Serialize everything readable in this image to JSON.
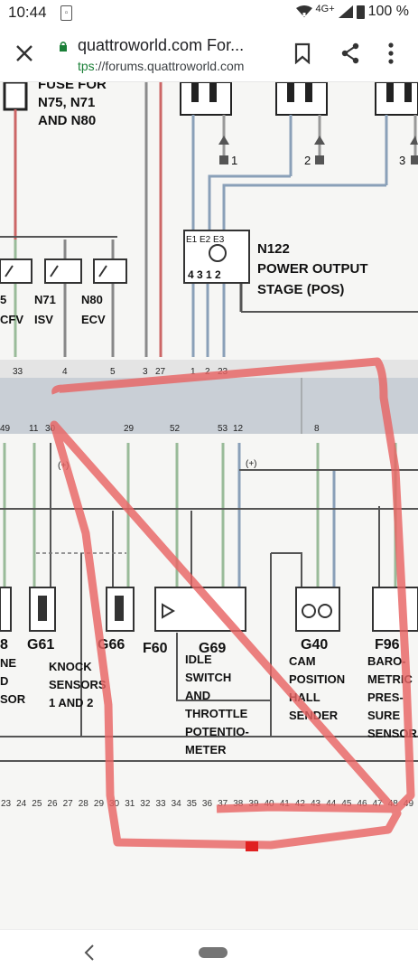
{
  "status_bar": {
    "time": "10:44",
    "network": "4G+",
    "battery": "100 %"
  },
  "browser": {
    "page_title": "quattroworld.com For...",
    "url_scheme": "tps",
    "url_rest": "://forums.quattroworld.com"
  },
  "diagram": {
    "fuse_label_1": "FUSE FOR",
    "fuse_label_2": "N75, N71",
    "fuse_label_3": "AND N80",
    "conn_1": "1",
    "conn_2": "2",
    "conn_3": "3",
    "n122_pins_top": "E1 E2 E3",
    "n122_pins_bottom": "4 3 1 2",
    "n122_code": "N122",
    "n122_desc_1": "POWER OUTPUT",
    "n122_desc_2": "STAGE (POS)",
    "valve_a_code": "5",
    "valve_a_desc": "CFV",
    "valve_b_code": "N71",
    "valve_b_desc": "ISV",
    "valve_c_code": "N80",
    "valve_c_desc": "ECV",
    "bus_top_pins": [
      "33",
      "4",
      "5",
      "3",
      "27",
      "1",
      "2",
      "23"
    ],
    "bus_bottom_pins": [
      "49",
      "11",
      "30",
      "29",
      "52",
      "53",
      "12",
      "8"
    ],
    "plus_mark_1": "(+)",
    "plus_mark_2": "(+)",
    "sensor_left_1": "8",
    "sensor_left_2": "NE",
    "sensor_left_3": "D",
    "sensor_left_4": "SOR",
    "g61": "G61",
    "g66": "G66",
    "knock_1": "KNOCK",
    "knock_2": "SENSORS",
    "knock_3": "1 AND 2",
    "f60": "F60",
    "g69": "G69",
    "g69_desc": [
      "IDLE",
      "SWITCH",
      "AND",
      "THROTTLE",
      "POTENTIO-",
      "METER"
    ],
    "g40": "G40",
    "g40_desc": [
      "CAM",
      "POSITION",
      "HALL",
      "SENDER"
    ],
    "f96": "F96",
    "f96_desc": [
      "BARO-",
      "METRIC",
      "PRES-",
      "SURE",
      "SENSOR"
    ],
    "bottom_numbers": [
      "23",
      "24",
      "25",
      "26",
      "27",
      "28",
      "29",
      "30",
      "31",
      "32",
      "33",
      "34",
      "35",
      "36",
      "37",
      "38",
      "39",
      "40",
      "41",
      "42",
      "43",
      "44",
      "45",
      "46",
      "47",
      "48",
      "49"
    ]
  }
}
